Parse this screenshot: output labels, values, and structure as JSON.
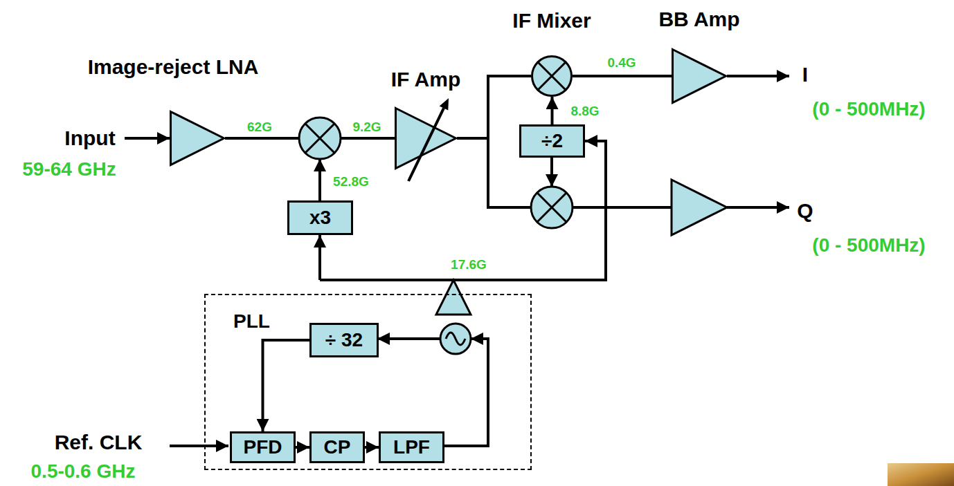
{
  "diagram": {
    "nodes": [
      {
        "text": [
          "Image-reject LNA"
        ]
      },
      {
        "text": [
          "x3"
        ]
      },
      {
        "text": [
          "IF Amp"
        ]
      },
      {
        "text": [
          "IF Mixer"
        ]
      },
      {
        "text": [
          "÷2"
        ]
      },
      {
        "text": [
          "BB Amp"
        ]
      },
      {
        "text": [
          "PLL"
        ]
      },
      {
        "text": [
          "÷ 32"
        ],
        "in": 6
      },
      {
        "text": [
          "PFD"
        ],
        "in": 6
      },
      {
        "text": [
          "CP"
        ],
        "in": 6
      },
      {
        "text": [
          "LPF"
        ],
        "in": 6
      }
    ],
    "edges": [
      {
        "from": 2,
        "to": 3,
        "arrow": "none"
      },
      {
        "from": 4,
        "to": 3,
        "label": "8.8G",
        "arrow": "to"
      },
      {
        "from": 3,
        "to": 5,
        "label": "0.4G",
        "arrow": "none"
      },
      {
        "from": 7,
        "to": 8,
        "arrow": "to"
      },
      {
        "from": 8,
        "to": 9,
        "arrow": "to"
      },
      {
        "from": 9,
        "to": 10,
        "arrow": "to"
      }
    ],
    "labels": [
      "Input",
      "59-64 GHz",
      "62G",
      "9.2G",
      "52.8G",
      "17.6G",
      "I",
      "(0 - 500MHz)",
      "Q",
      "(0 - 500MHz)",
      "Ref. CLK",
      "0.5-0.6 GHz"
    ]
  }
}
